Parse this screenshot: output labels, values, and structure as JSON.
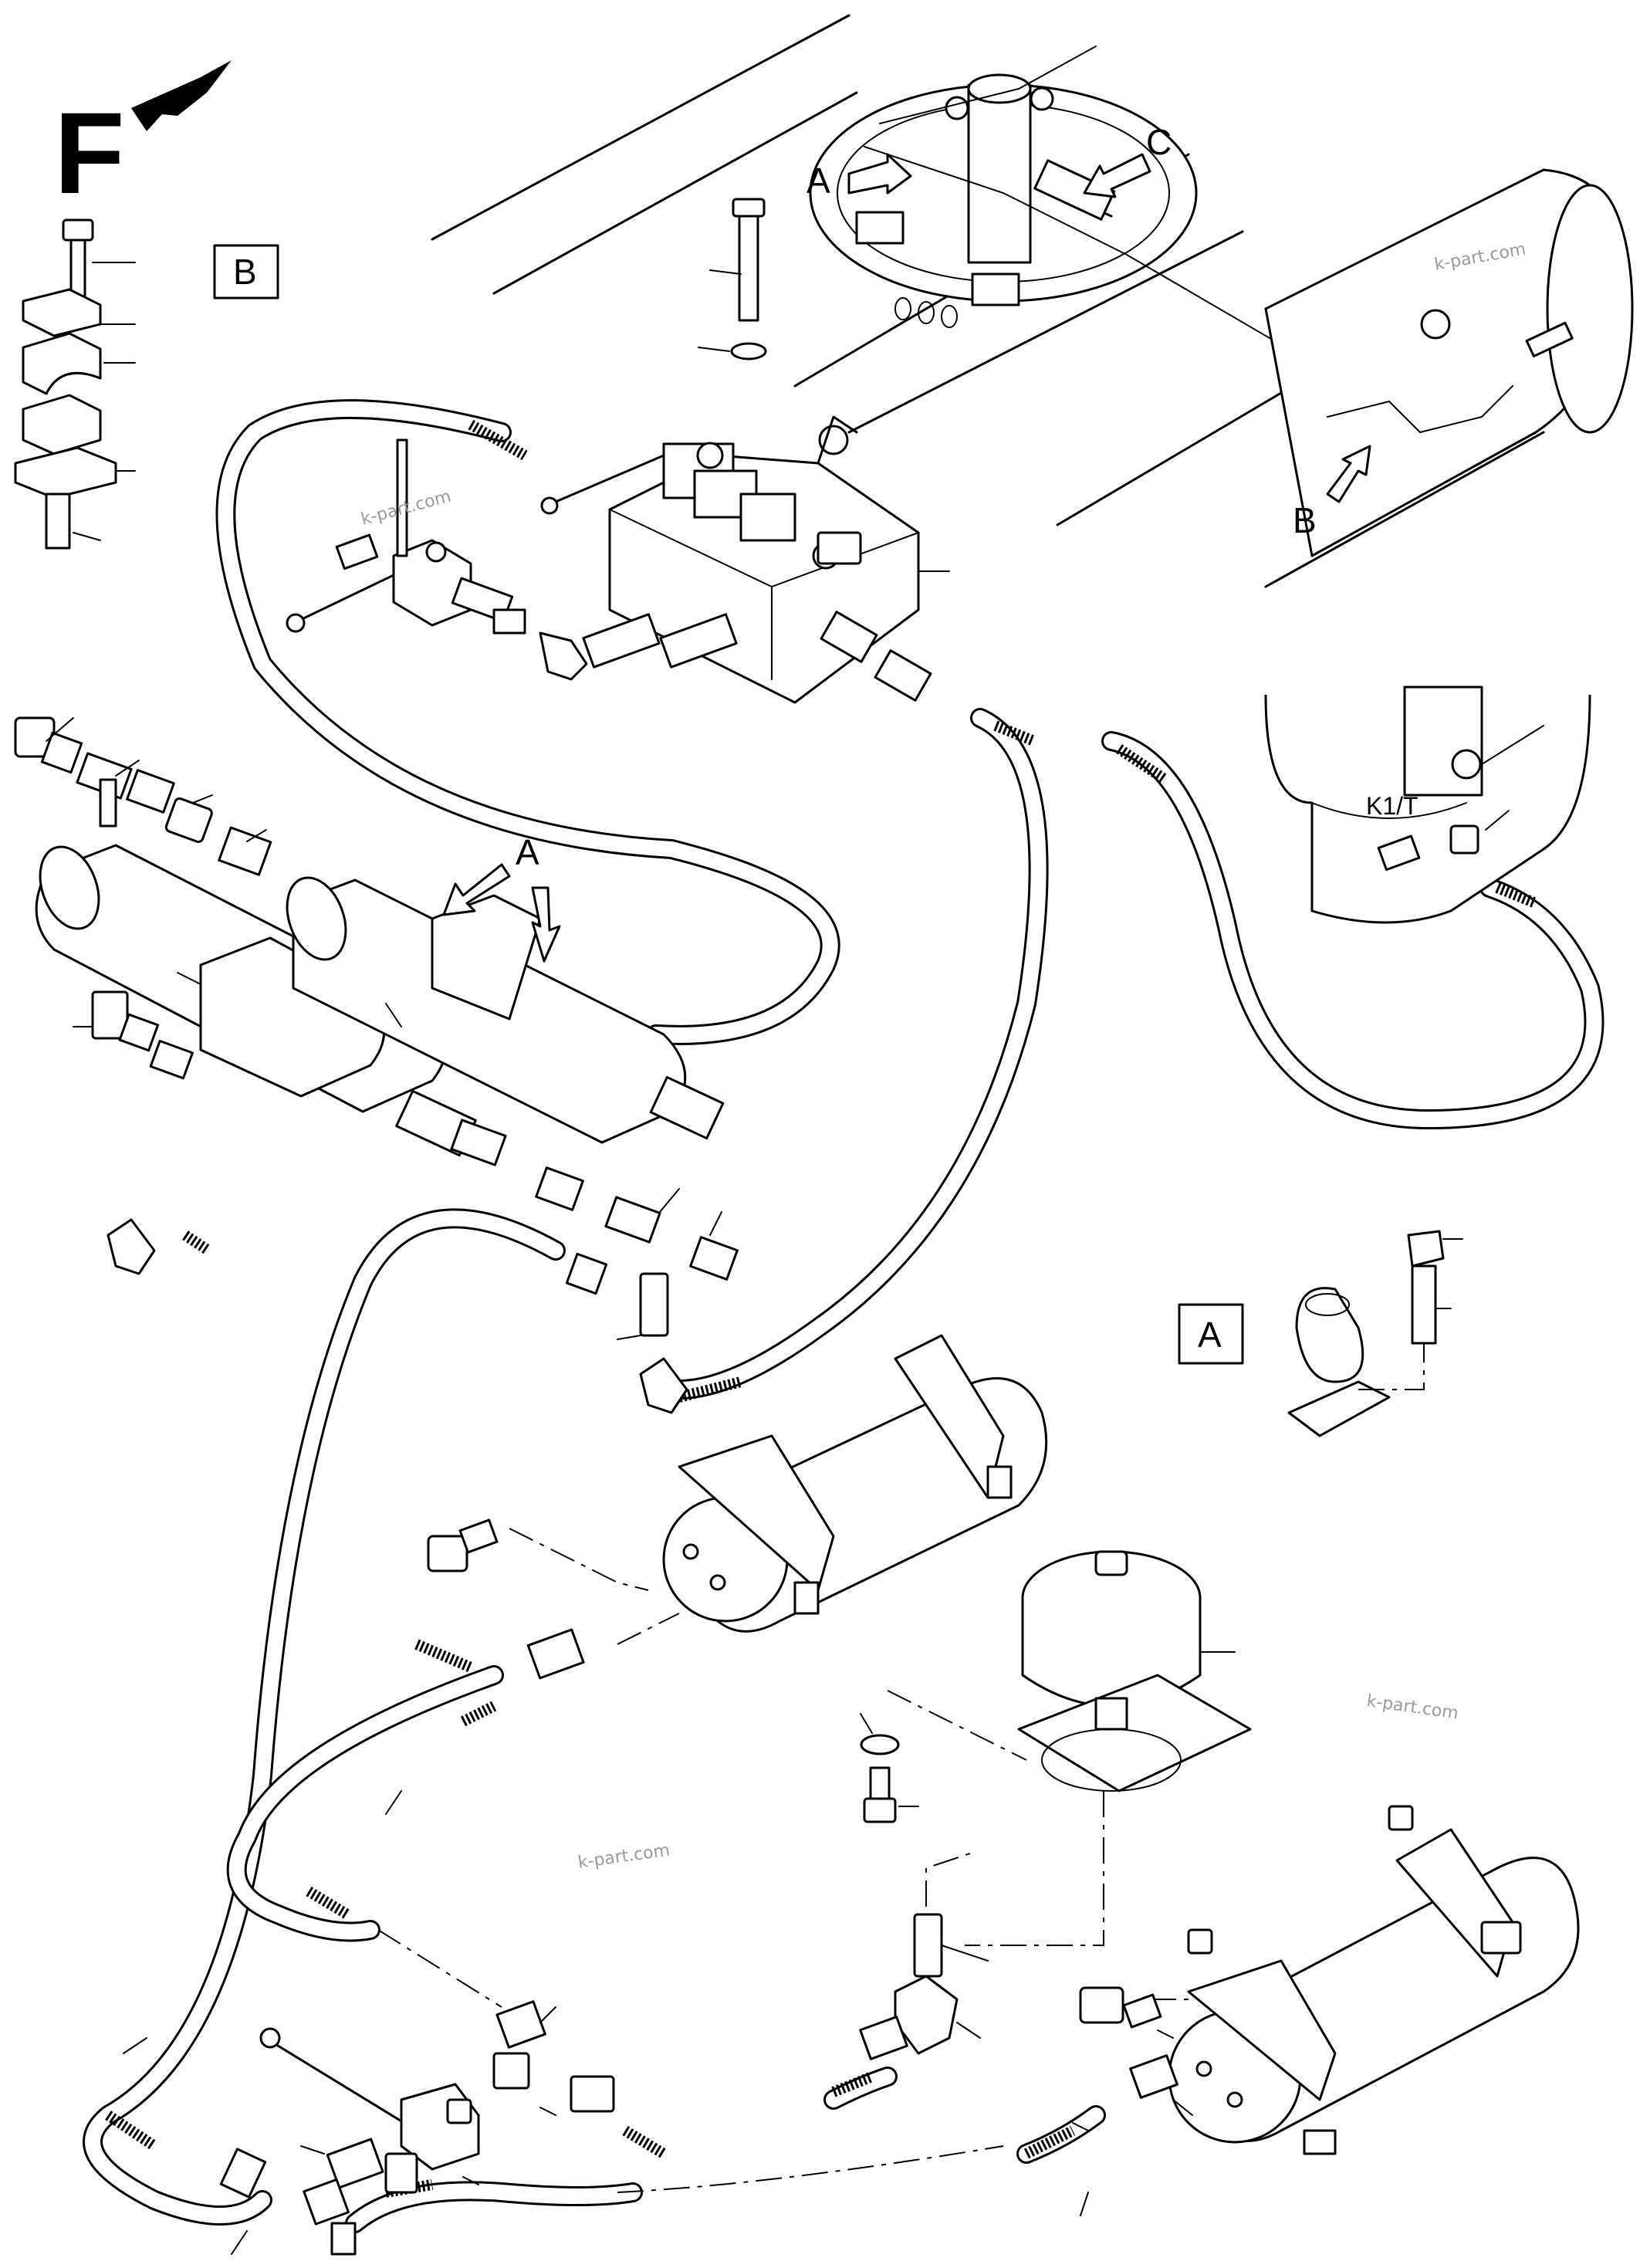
{
  "view_labels": {
    "front_letter": "F",
    "a": "A",
    "b": "B",
    "c": "C",
    "a_box": "A",
    "b_box": "B",
    "k1t": "K1/T"
  },
  "watermarks": [
    "k-part.com",
    "k-part.com",
    "k-part.com",
    "k-part.com"
  ]
}
